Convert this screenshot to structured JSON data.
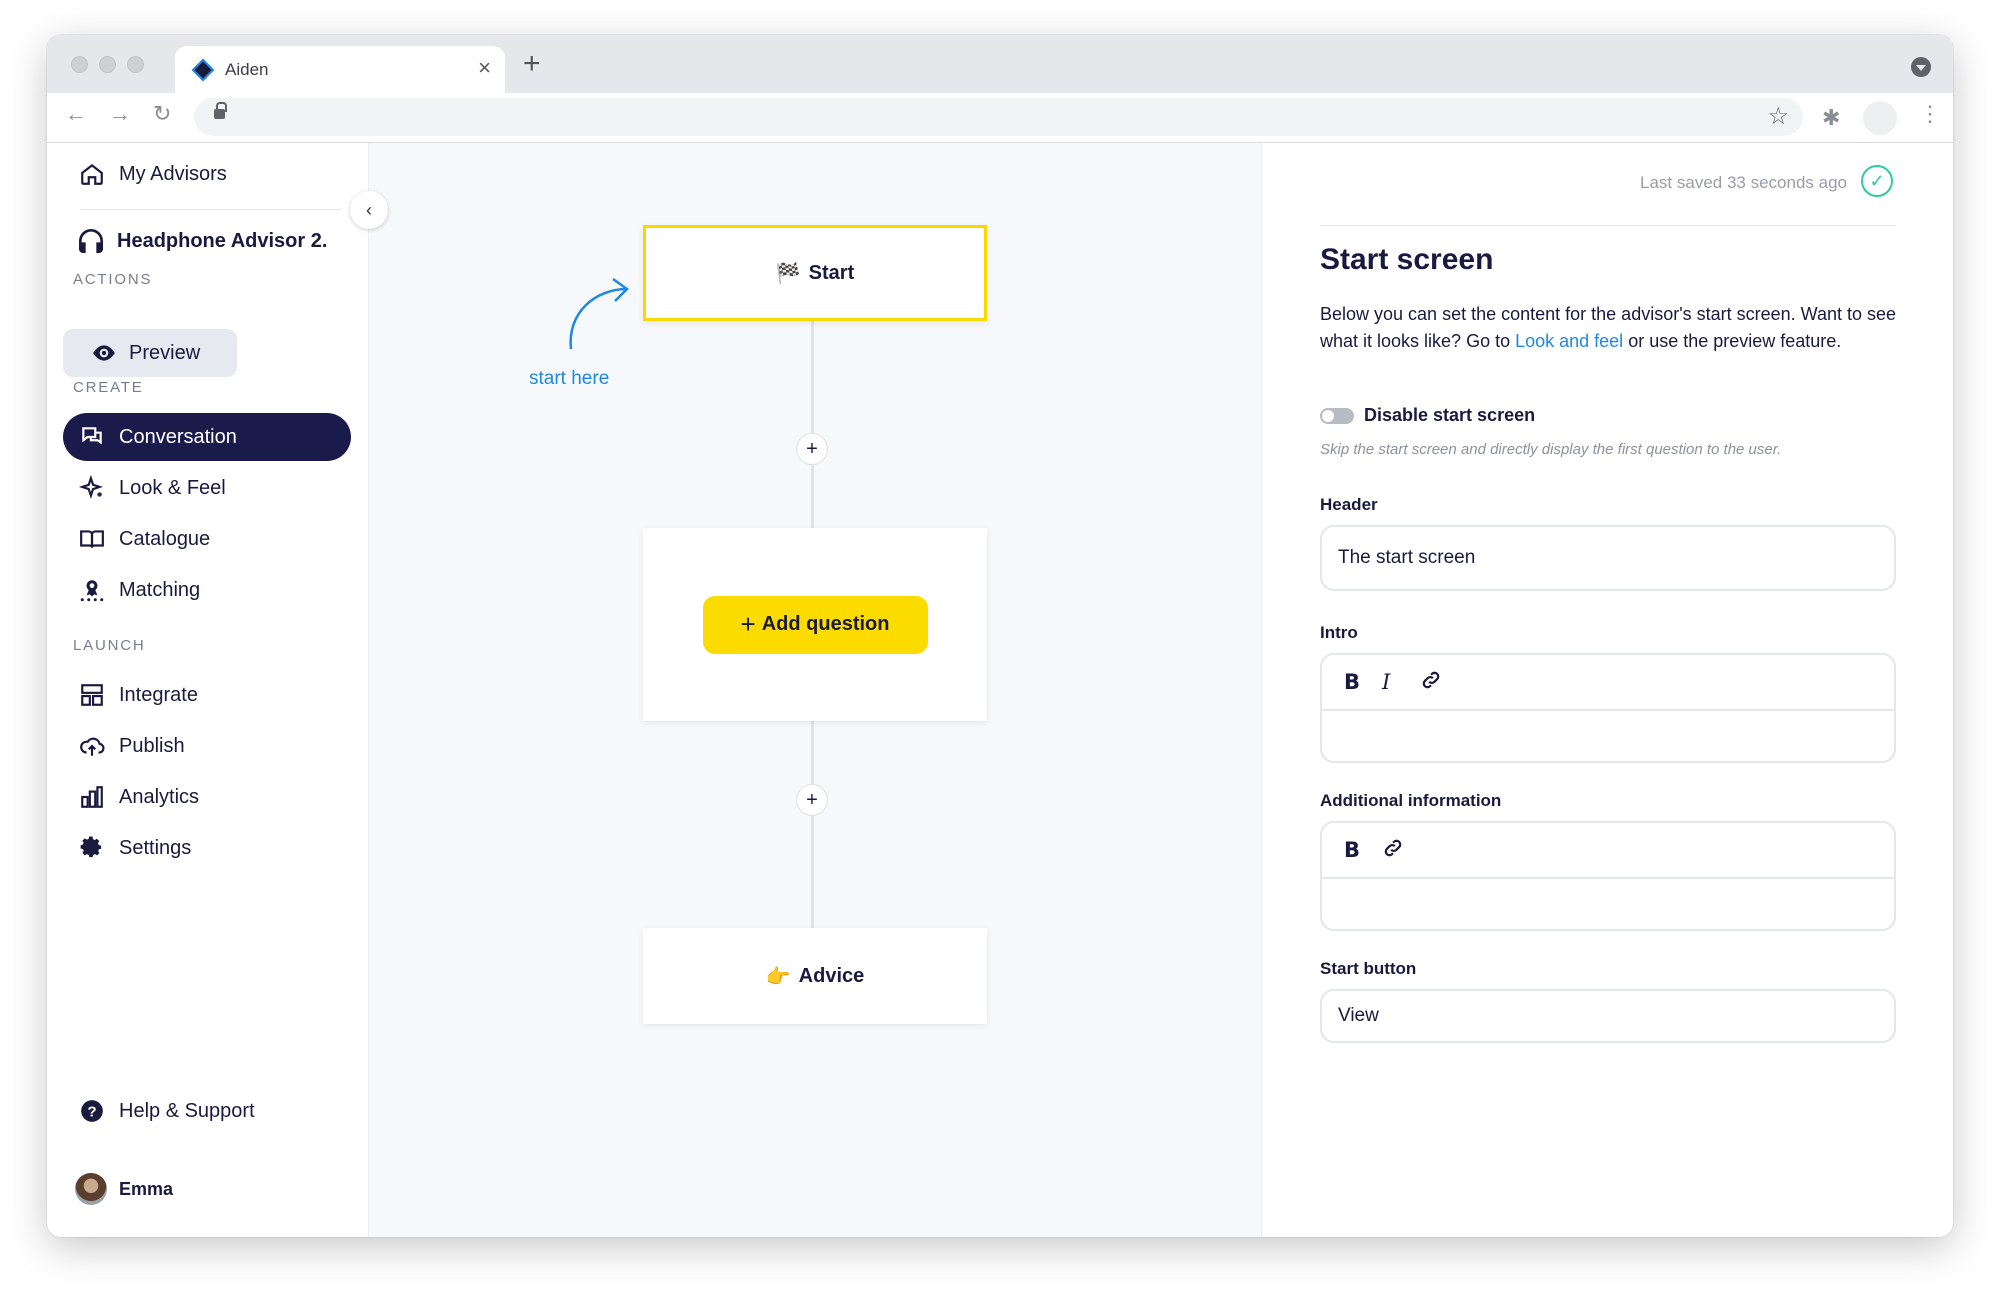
{
  "browser": {
    "tab_title": "Aiden",
    "tab_close": "×",
    "new_tab": "+"
  },
  "sidebar": {
    "my_advisors": "My Advisors",
    "advisor_name": "Headphone Advisor 2.",
    "collapse": "‹",
    "actions_label": "ACTIONS",
    "preview": "Preview",
    "create_label": "CREATE",
    "create_items": [
      {
        "label": "Conversation",
        "icon": "chat-icon",
        "active": true
      },
      {
        "label": "Look & Feel",
        "icon": "sparkle-icon"
      },
      {
        "label": "Catalogue",
        "icon": "book-icon"
      },
      {
        "label": "Matching",
        "icon": "matching-icon"
      }
    ],
    "launch_label": "LAUNCH",
    "launch_items": [
      {
        "label": "Integrate",
        "icon": "layout-icon"
      },
      {
        "label": "Publish",
        "icon": "cloud-upload-icon"
      },
      {
        "label": "Analytics",
        "icon": "bar-chart-icon"
      },
      {
        "label": "Settings",
        "icon": "gear-icon"
      }
    ],
    "help": "Help & Support",
    "user_name": "Emma"
  },
  "canvas": {
    "start_node": "Start",
    "start_emoji": "🏁",
    "hint": "start here",
    "add_question": "Add question",
    "add_question_plus": "+",
    "plus": "+",
    "advice_node": "Advice",
    "advice_emoji": "👉"
  },
  "panel": {
    "last_saved": "Last saved 33 seconds ago",
    "title": "Start screen",
    "desc_before": "Below you can set the content for the advisor's start screen. Want to see what it looks like? Go to ",
    "desc_link": "Look and feel",
    "desc_after": " or use the preview feature.",
    "toggle_label": "Disable start screen",
    "toggle_help": "Skip the start screen and directly display the first question to the user.",
    "header_label": "Header",
    "header_value": "The start screen",
    "intro_label": "Intro",
    "additional_label": "Additional information",
    "bold": "B",
    "italic": "I",
    "start_button_label": "Start button",
    "start_button_value": "View"
  },
  "colors": {
    "navy": "#1b1b4b",
    "yellow": "#fcdb00",
    "link_blue": "#1e88e5",
    "success_green": "#2ecc9a"
  }
}
